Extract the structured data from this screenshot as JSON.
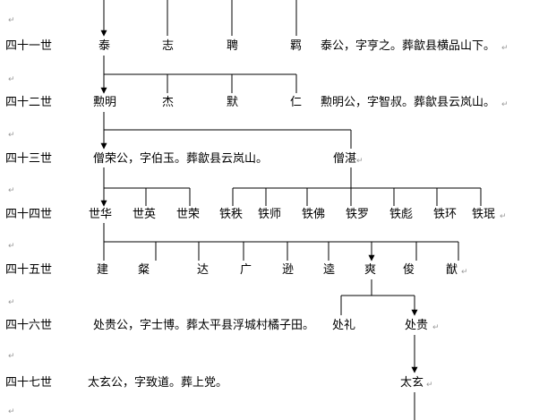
{
  "para_mark": "↵",
  "rows": [
    {
      "label": "四十一世",
      "note": "泰公，字亨之。葬歙县横品山下。",
      "names": [
        "泰",
        "志",
        "聘",
        "羁"
      ]
    },
    {
      "label": "四十二世",
      "note": "勲明公，字智叔。葬歙县云岚山。",
      "names": [
        "勲明",
        "杰",
        "默",
        "仁"
      ]
    },
    {
      "label": "四十三世",
      "note": "僧荣公，字伯玉。葬歙县云岚山。",
      "names": [
        "僧湛"
      ]
    },
    {
      "label": "四十四世",
      "names": [
        "世华",
        "世英",
        "世荣",
        "铁秩",
        "铁师",
        "铁佛",
        "铁罗",
        "铁彪",
        "铁环",
        "铁珉"
      ]
    },
    {
      "label": "四十五世",
      "names": [
        "建",
        "粲",
        "达",
        "广",
        "逊",
        "逵",
        "爽",
        "俊",
        "猷"
      ]
    },
    {
      "label": "四十六世",
      "note": "处贵公，字士博。葬太平县浮城村橘子田。",
      "names": [
        "处礼",
        "处贵"
      ]
    },
    {
      "label": "四十七世",
      "note": "太玄公，字致道。葬上党。",
      "names": [
        "太玄"
      ]
    }
  ]
}
